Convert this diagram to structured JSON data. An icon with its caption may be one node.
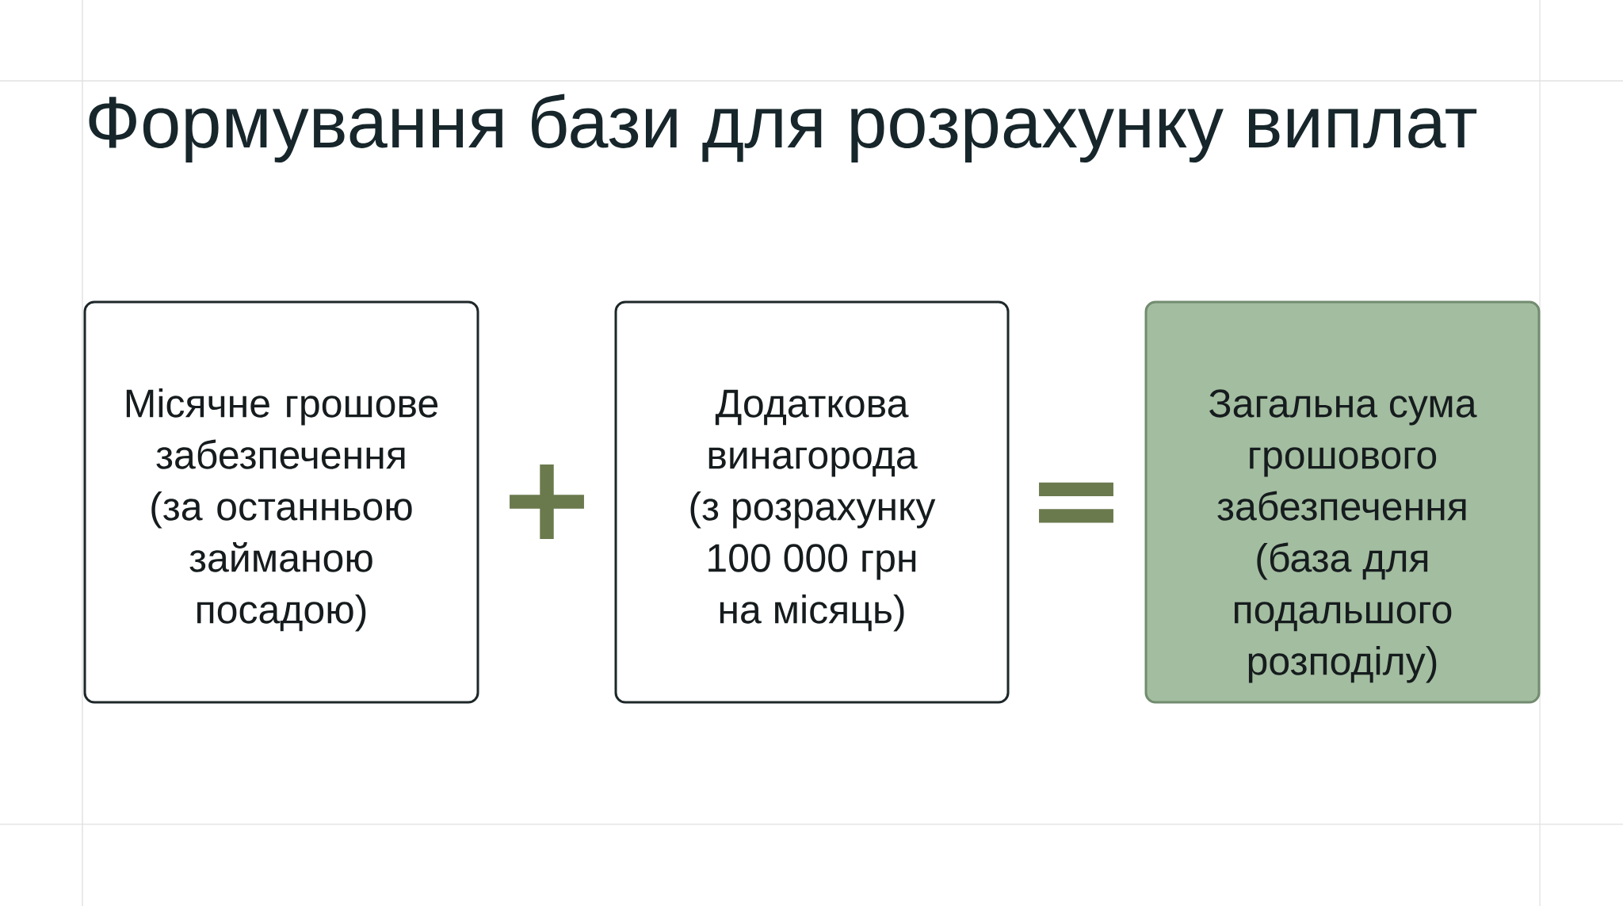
{
  "diagram": {
    "title": "Формування бази для розрахунку виплат",
    "nodes": [
      {
        "text": [
          "Місячне грошове забезпечення (за останньою займаною посадою)"
        ]
      },
      {
        "text": [
          "Додаткова винагорода (з розрахунку 100 000 грн на місяць)"
        ]
      },
      {
        "text": [
          "Загальна сума грошового забезпечення (база для подальшого розподілу)"
        ]
      }
    ],
    "labels": [
      "+",
      "="
    ]
  }
}
